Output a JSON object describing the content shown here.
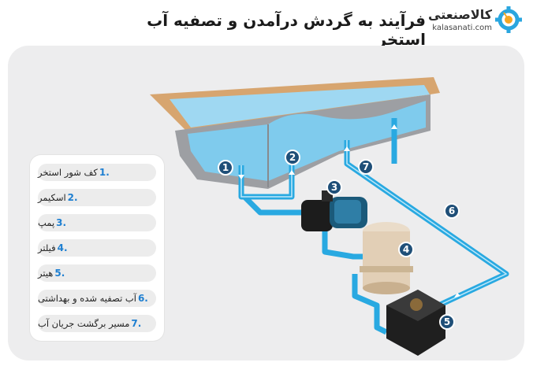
{
  "header": {
    "title": "فرآیند به گردش درآمدن و تصفیه آب استخر",
    "logo_name": "کالاصنعتی",
    "logo_url": "kalasanati.com"
  },
  "colors": {
    "pipe": "#29a9e1",
    "badge": "#1f4f78",
    "legend_number": "#1e7fd1",
    "water": "#7fcbed",
    "pool_rim": "#d7a56f",
    "pool_wall": "#9d9fa3",
    "logo_accent": "#2aa6df"
  },
  "icons": [
    "gear-logo-icon",
    "pump-icon",
    "filter-tank-icon",
    "heater-box-icon",
    "flow-arrow-icon"
  ],
  "badges": [
    "1",
    "2",
    "3",
    "4",
    "5",
    "6",
    "7"
  ],
  "legend": [
    {
      "num": "1.",
      "text": "کف شور استخر"
    },
    {
      "num": "2.",
      "text": "اسکیمر"
    },
    {
      "num": "3.",
      "text": "پمپ"
    },
    {
      "num": "4.",
      "text": "فیلتر"
    },
    {
      "num": "5.",
      "text": "هیتر"
    },
    {
      "num": "6.",
      "text": "آب تصفیه شده و بهداشتی"
    },
    {
      "num": "7.",
      "text": "مسیر برگشت جریان آب"
    }
  ]
}
